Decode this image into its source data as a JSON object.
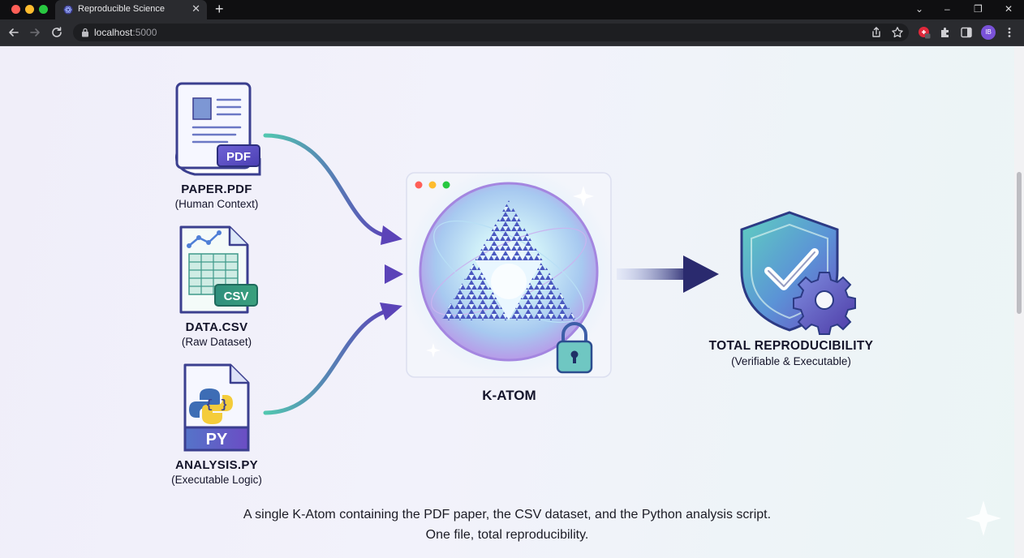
{
  "browser": {
    "tab_title": "Reproducible Science",
    "url_host": "localhost",
    "url_port": ":5000",
    "profile_initials": "IB",
    "accent_color": "#7a52d8"
  },
  "diagram": {
    "inputs": [
      {
        "badge": "PDF",
        "label": "PAPER.PDF",
        "sublabel": "(Human Context)",
        "icon": "pdf-document-icon"
      },
      {
        "badge": "CSV",
        "label": "DATA.CSV",
        "sublabel": "(Raw Dataset)",
        "icon": "csv-spreadsheet-icon"
      },
      {
        "badge": "PY",
        "label": "ANALYSIS.PY",
        "sublabel": "(Executable Logic)",
        "icon": "python-script-icon",
        "glyph": "{ }"
      }
    ],
    "center": {
      "label": "K-ATOM",
      "icon": "sierpinski-sphere-icon"
    },
    "output": {
      "label": "TOTAL REPRODUCIBILITY",
      "sublabel": "(Verifiable & Executable)",
      "icon": "shield-check-gear-icon"
    },
    "colors": {
      "teal": "#52c7b0",
      "purple": "#5b43b8",
      "navy": "#2a2a6e"
    }
  },
  "caption": {
    "line1": "A single K-Atom containing the PDF paper, the CSV dataset, and the Python analysis script.",
    "line2": "One file, total reproducibility."
  }
}
